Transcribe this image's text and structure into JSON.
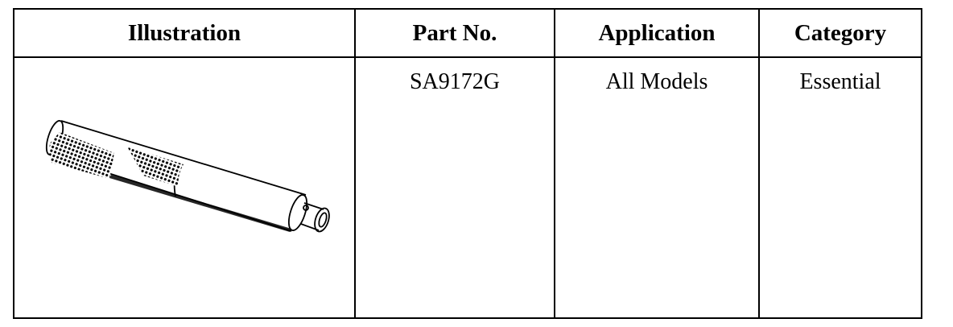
{
  "table": {
    "headers": {
      "illustration": "Illustration",
      "part_no": "Part No.",
      "application": "Application",
      "category": "Category"
    },
    "rows": [
      {
        "illustration_icon": "cylindrical-knurled-tool-drawing",
        "part_no": "SA9172G",
        "application": "All Models",
        "category": "Essential"
      }
    ]
  }
}
